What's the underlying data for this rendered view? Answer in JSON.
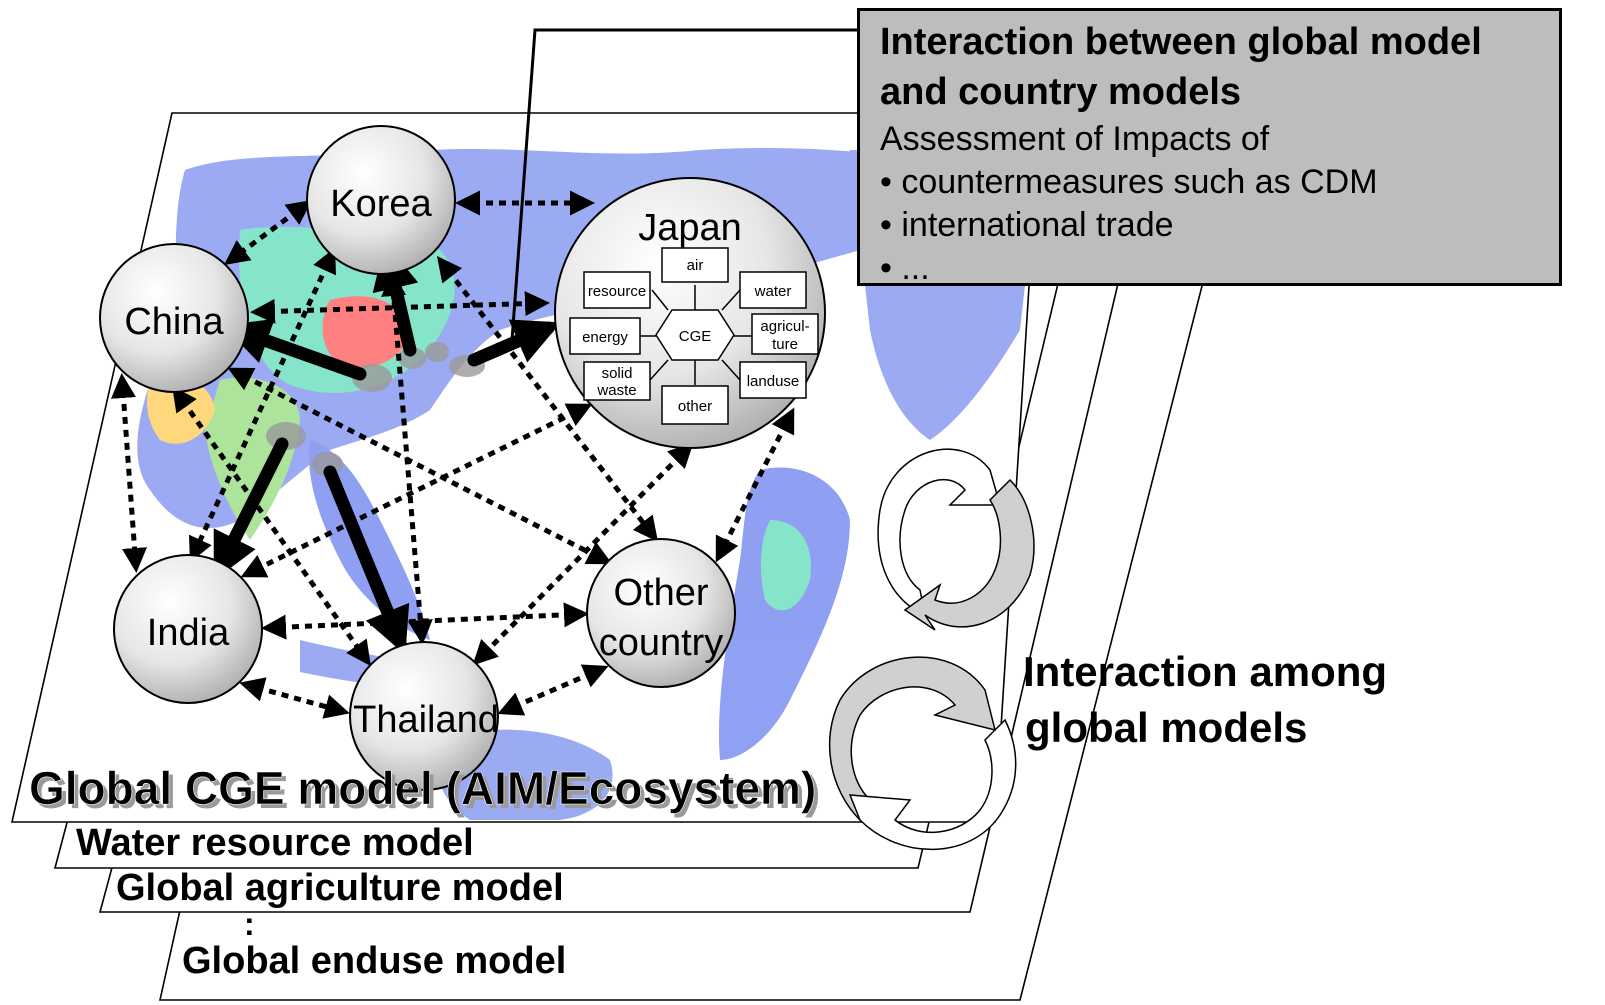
{
  "callout": {
    "title_line1": "Interaction between global model",
    "title_line2": "and country models",
    "subtitle": "Assessment of Impacts of",
    "bullets": [
      "• countermeasures such as CDM",
      "• international trade",
      "• ..."
    ]
  },
  "countries": {
    "korea": "Korea",
    "china": "China",
    "japan": "Japan",
    "india": "India",
    "thailand": "Thailand",
    "other_line1": "Other",
    "other_line2": "country"
  },
  "japan_modules": {
    "center": "CGE",
    "air": "air",
    "resource": "resource",
    "water": "water",
    "energy": "energy",
    "agri_line1": "agricul-",
    "agri_line2": "ture",
    "solid_line1": "solid",
    "solid_line2": "waste",
    "landuse": "landuse",
    "other": "other"
  },
  "layers": {
    "cge": "Global CGE model (AIM/Ecosystem)",
    "water": "Water resource model",
    "agriculture": "Global agriculture model",
    "dots": ":",
    "enduse": "Global enduse model"
  },
  "global_interaction": {
    "line1": "Interaction among",
    "line2": "global models"
  }
}
